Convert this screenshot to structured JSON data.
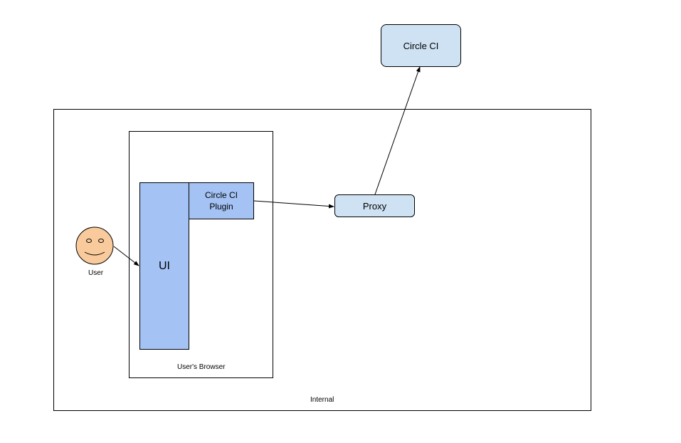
{
  "colors": {
    "light_blue": "#cfe2f3",
    "medium_blue": "#a4c2f4",
    "user_face": "#f9cb9c",
    "stroke": "#000000",
    "background": "#ffffff"
  },
  "nodes": {
    "circle_ci": {
      "label": "Circle CI"
    },
    "proxy": {
      "label": "Proxy"
    },
    "ui": {
      "label": "UI"
    },
    "plugin": {
      "label_line1": "Circle CI",
      "label_line2": "Plugin"
    },
    "user": {
      "label": "User",
      "icon": "smiley-face-icon"
    }
  },
  "containers": {
    "internal": {
      "label": "Internal"
    },
    "browser": {
      "label": "User's Browser"
    }
  },
  "edges": [
    {
      "from": "user",
      "to": "ui"
    },
    {
      "from": "plugin",
      "to": "proxy"
    },
    {
      "from": "proxy",
      "to": "circle_ci"
    }
  ]
}
